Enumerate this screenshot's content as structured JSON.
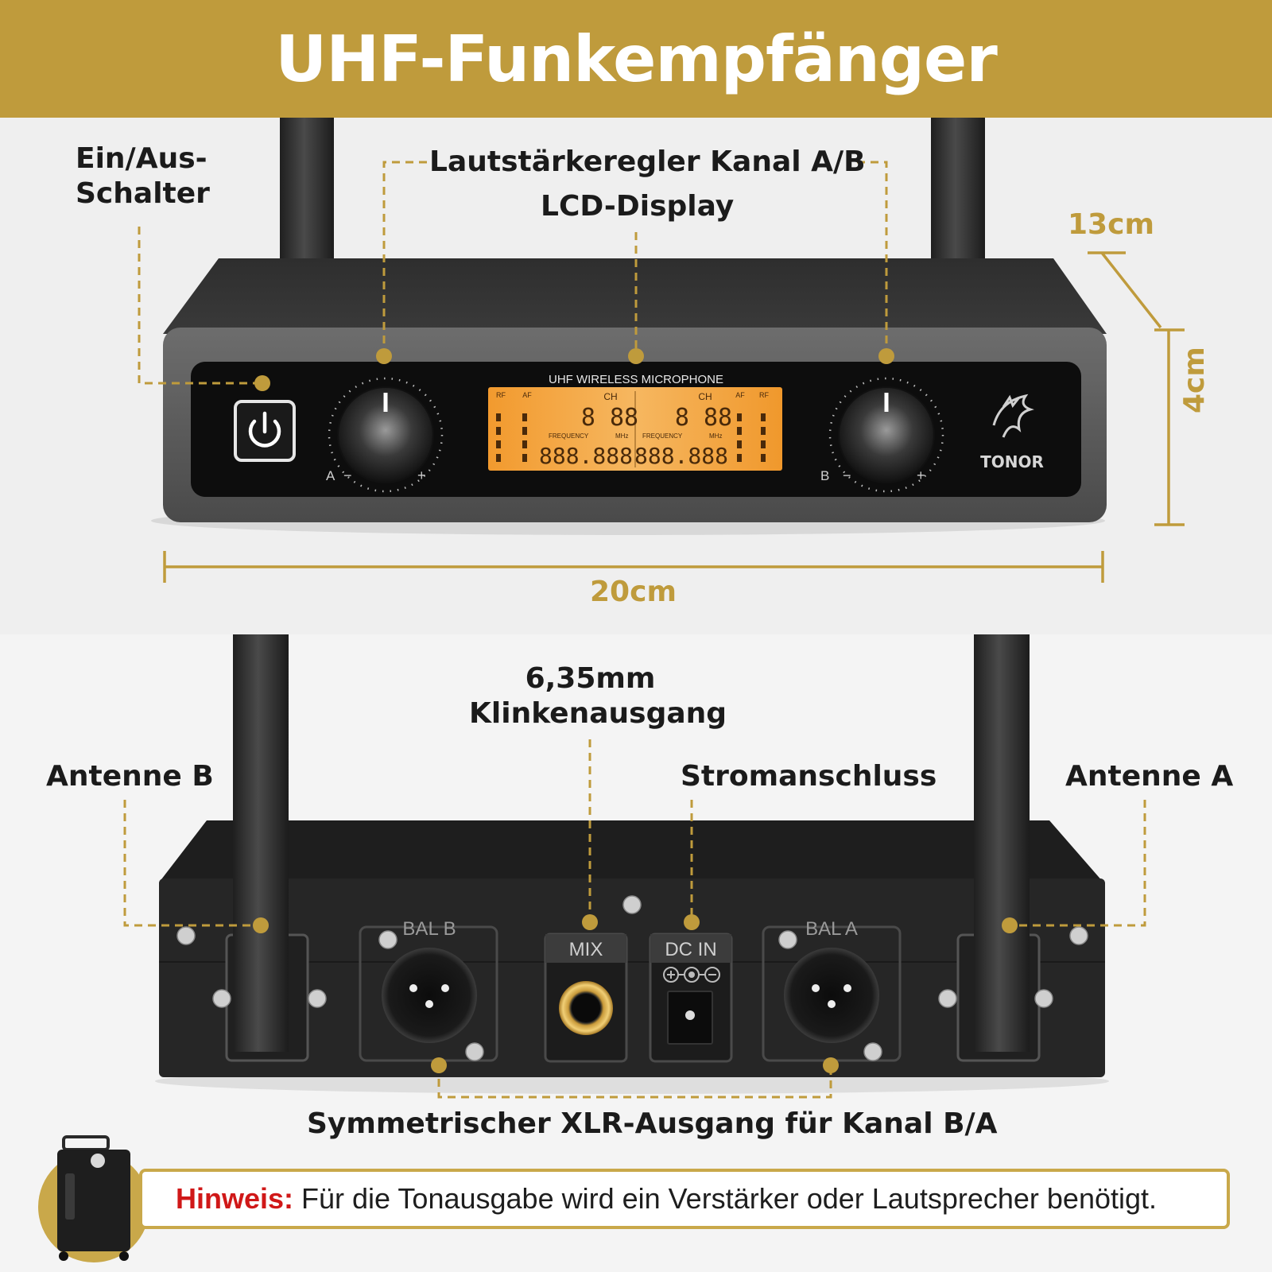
{
  "header": {
    "title": "UHF-Funkempfänger"
  },
  "front": {
    "labels": {
      "power": [
        "Ein/Aus-",
        "Schalter"
      ],
      "volume": "Lautstärkeregler Kanal A/B",
      "lcd": "LCD-Display"
    },
    "dimensions": {
      "depth": "13cm",
      "height": "4cm",
      "width": "20cm"
    },
    "device": {
      "lcd_title": "UHF WIRELESS MICROPHONE",
      "lcd_ch": "CH",
      "lcd_rf": "RF",
      "lcd_af": "AF",
      "lcd_freq": "FREQUENCY",
      "lcd_mhz": "MHz",
      "lcd_digits_ch": "8 88",
      "lcd_digits_freq": "888.888",
      "knob_a": "A",
      "knob_b": "B",
      "minus": "−",
      "plus": "+",
      "brand": "TONOR"
    }
  },
  "back": {
    "labels": {
      "jack": [
        "6,35mm",
        "Klinkenausgang"
      ],
      "antenna_b": "Antenne B",
      "power_in": "Stromanschluss",
      "antenna_a": "Antenne A",
      "xlr": "Symmetrischer XLR-Ausgang für Kanal B/A"
    },
    "ports": {
      "bal_b": "BAL B",
      "mix": "MIX",
      "dc_in": "DC IN",
      "bal_a": "BAL A"
    }
  },
  "note": {
    "prefix": "Hinweis:",
    "text": "Für die Tonausgabe wird ein Verstärker oder Lautsprecher benötigt."
  },
  "colors": {
    "gold": "#bf9b3c",
    "lcd": "#f0a53a",
    "device": "#2b2b2b",
    "hint_red": "#d01818"
  }
}
